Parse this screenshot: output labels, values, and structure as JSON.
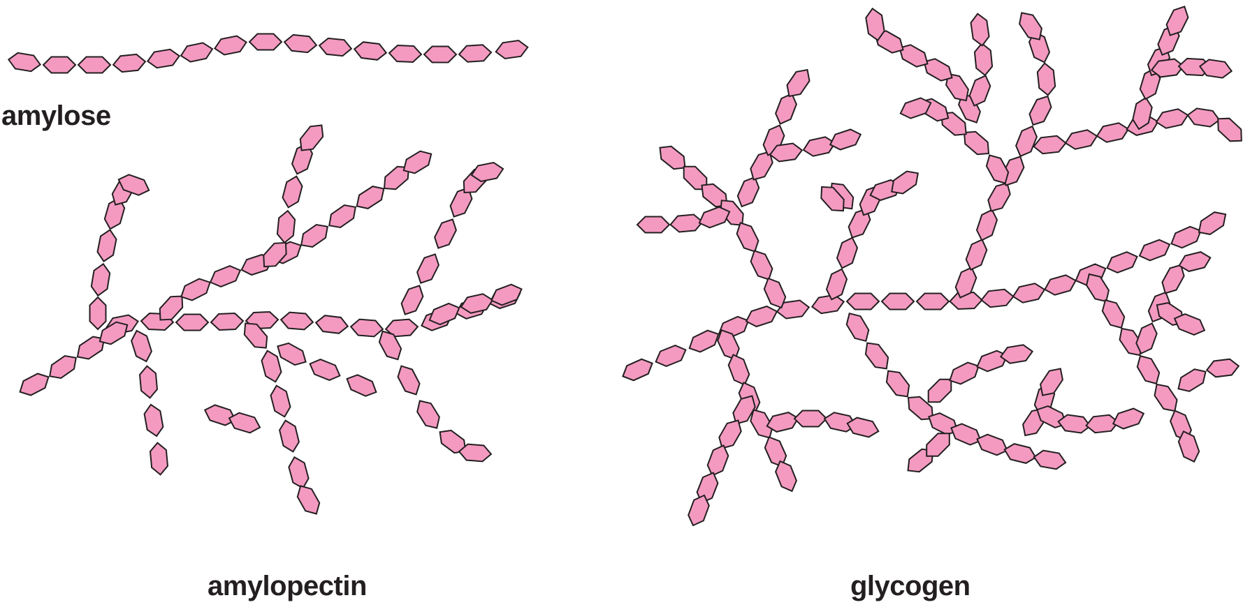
{
  "labels": {
    "amylose": "amylose",
    "amylopectin": "amylopectin",
    "glycogen": "glycogen"
  },
  "colors": {
    "glucose_fill": "#f49ac1",
    "glucose_stroke": "#231f20",
    "label": "#231f20"
  },
  "structure": {
    "amylose": "unbranched chain of glucose units",
    "amylopectin": "branched chain of glucose units",
    "glycogen": "highly branched chain of glucose units"
  }
}
